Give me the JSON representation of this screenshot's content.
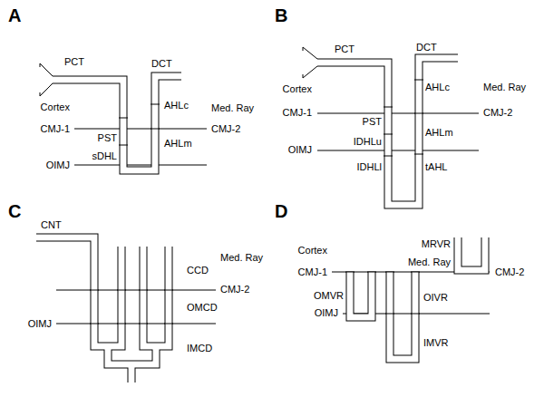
{
  "diagram": {
    "labels": [
      "A",
      "PCT",
      "DCT",
      "Cortex",
      "AHLc",
      "Med. Ray",
      "CMJ-1",
      "CMJ-2",
      "PST",
      "OIMJ",
      "sDHL",
      "AHLm",
      "B",
      "PCT",
      "DCT",
      "Cortex",
      "AHLc",
      "Med. Ray",
      "CMJ-1",
      "CMJ-2",
      "PST",
      "IDHLu",
      "AHLm",
      "OIMJ",
      "IDHLl",
      "tAHL",
      "C",
      "CNT",
      "CCD",
      "Med. Ray",
      "CMJ-2",
      "OMCD",
      "OIMJ",
      "IMCD",
      "D",
      "Cortex",
      "MRVR",
      "Med. Ray",
      "CMJ-1",
      "CMJ-2",
      "OMVR",
      "OIVR",
      "OIMJ",
      "IMVR"
    ]
  }
}
